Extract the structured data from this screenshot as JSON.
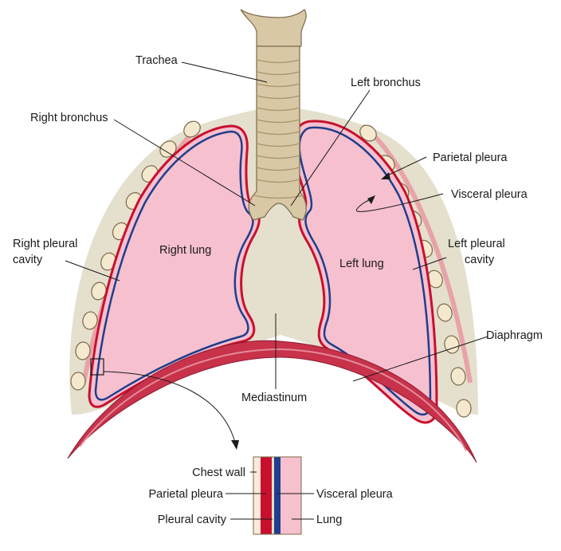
{
  "labels": {
    "trachea": "Trachea",
    "left_bronchus": "Left bronchus",
    "right_bronchus": "Right bronchus",
    "parietal_pleura": "Parietal pleura",
    "visceral_pleura": "Visceral pleura",
    "right_pleural_cavity_1": "Right pleural",
    "right_pleural_cavity_2": "cavity",
    "right_lung": "Right lung",
    "left_lung": "Left lung",
    "left_pleural_cavity_1": "Left pleural",
    "left_pleural_cavity_2": "cavity",
    "diaphragm": "Diaphragm",
    "mediastinum": "Mediastinum"
  },
  "inset": {
    "chest_wall": "Chest wall",
    "parietal_pleura": "Parietal pleura",
    "pleural_cavity": "Pleural cavity",
    "visceral_pleura": "Visceral pleura",
    "lung": "Lung"
  },
  "colors": {
    "lung_pink": "#f6c0cf",
    "cavity_beige": "#e4e0cd",
    "parietal_red": "#c8102e",
    "visceral_blue": "#1f3e8c",
    "cartilage": "#d9c8a6",
    "chest_wall": "#fde9d9",
    "muscle": "#c8324b"
  }
}
